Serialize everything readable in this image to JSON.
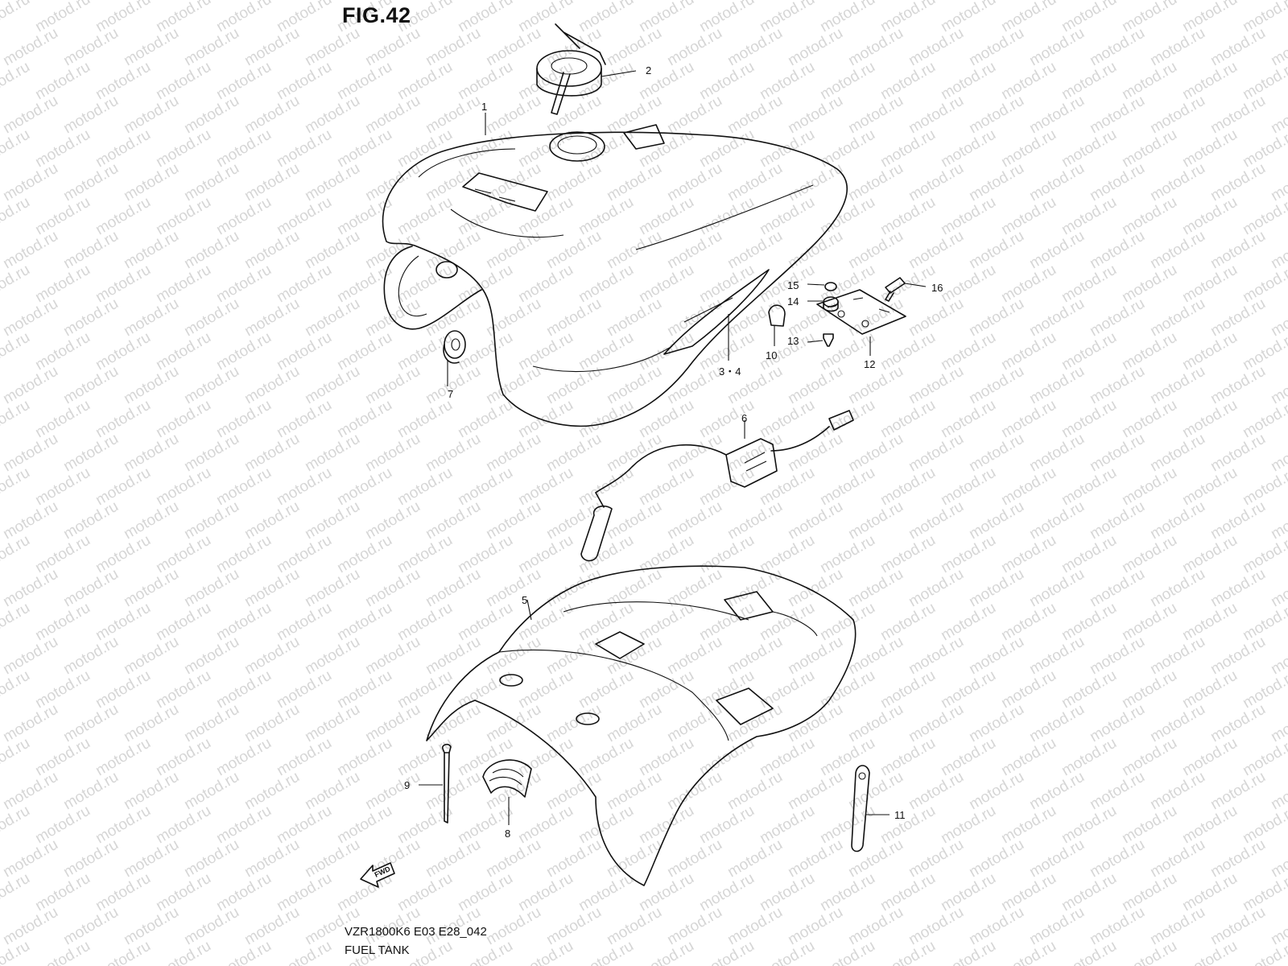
{
  "figure": {
    "title": "FIG.42",
    "model_code": "VZR1800K6 E03 E28_042",
    "caption": "FUEL TANK"
  },
  "watermark": {
    "text": "motod.ru",
    "color": "#d6d6d6"
  },
  "fwd_badge": "FWD",
  "callouts": {
    "c1": "1",
    "c2": "2",
    "c34": "3・4",
    "c5": "5",
    "c6": "6",
    "c7": "7",
    "c8": "8",
    "c9": "9",
    "c10": "10",
    "c11": "11",
    "c12": "12",
    "c13": "13",
    "c14": "14",
    "c15": "15",
    "c16": "16"
  },
  "colors": {
    "line": "#111111",
    "background": "#ffffff"
  }
}
